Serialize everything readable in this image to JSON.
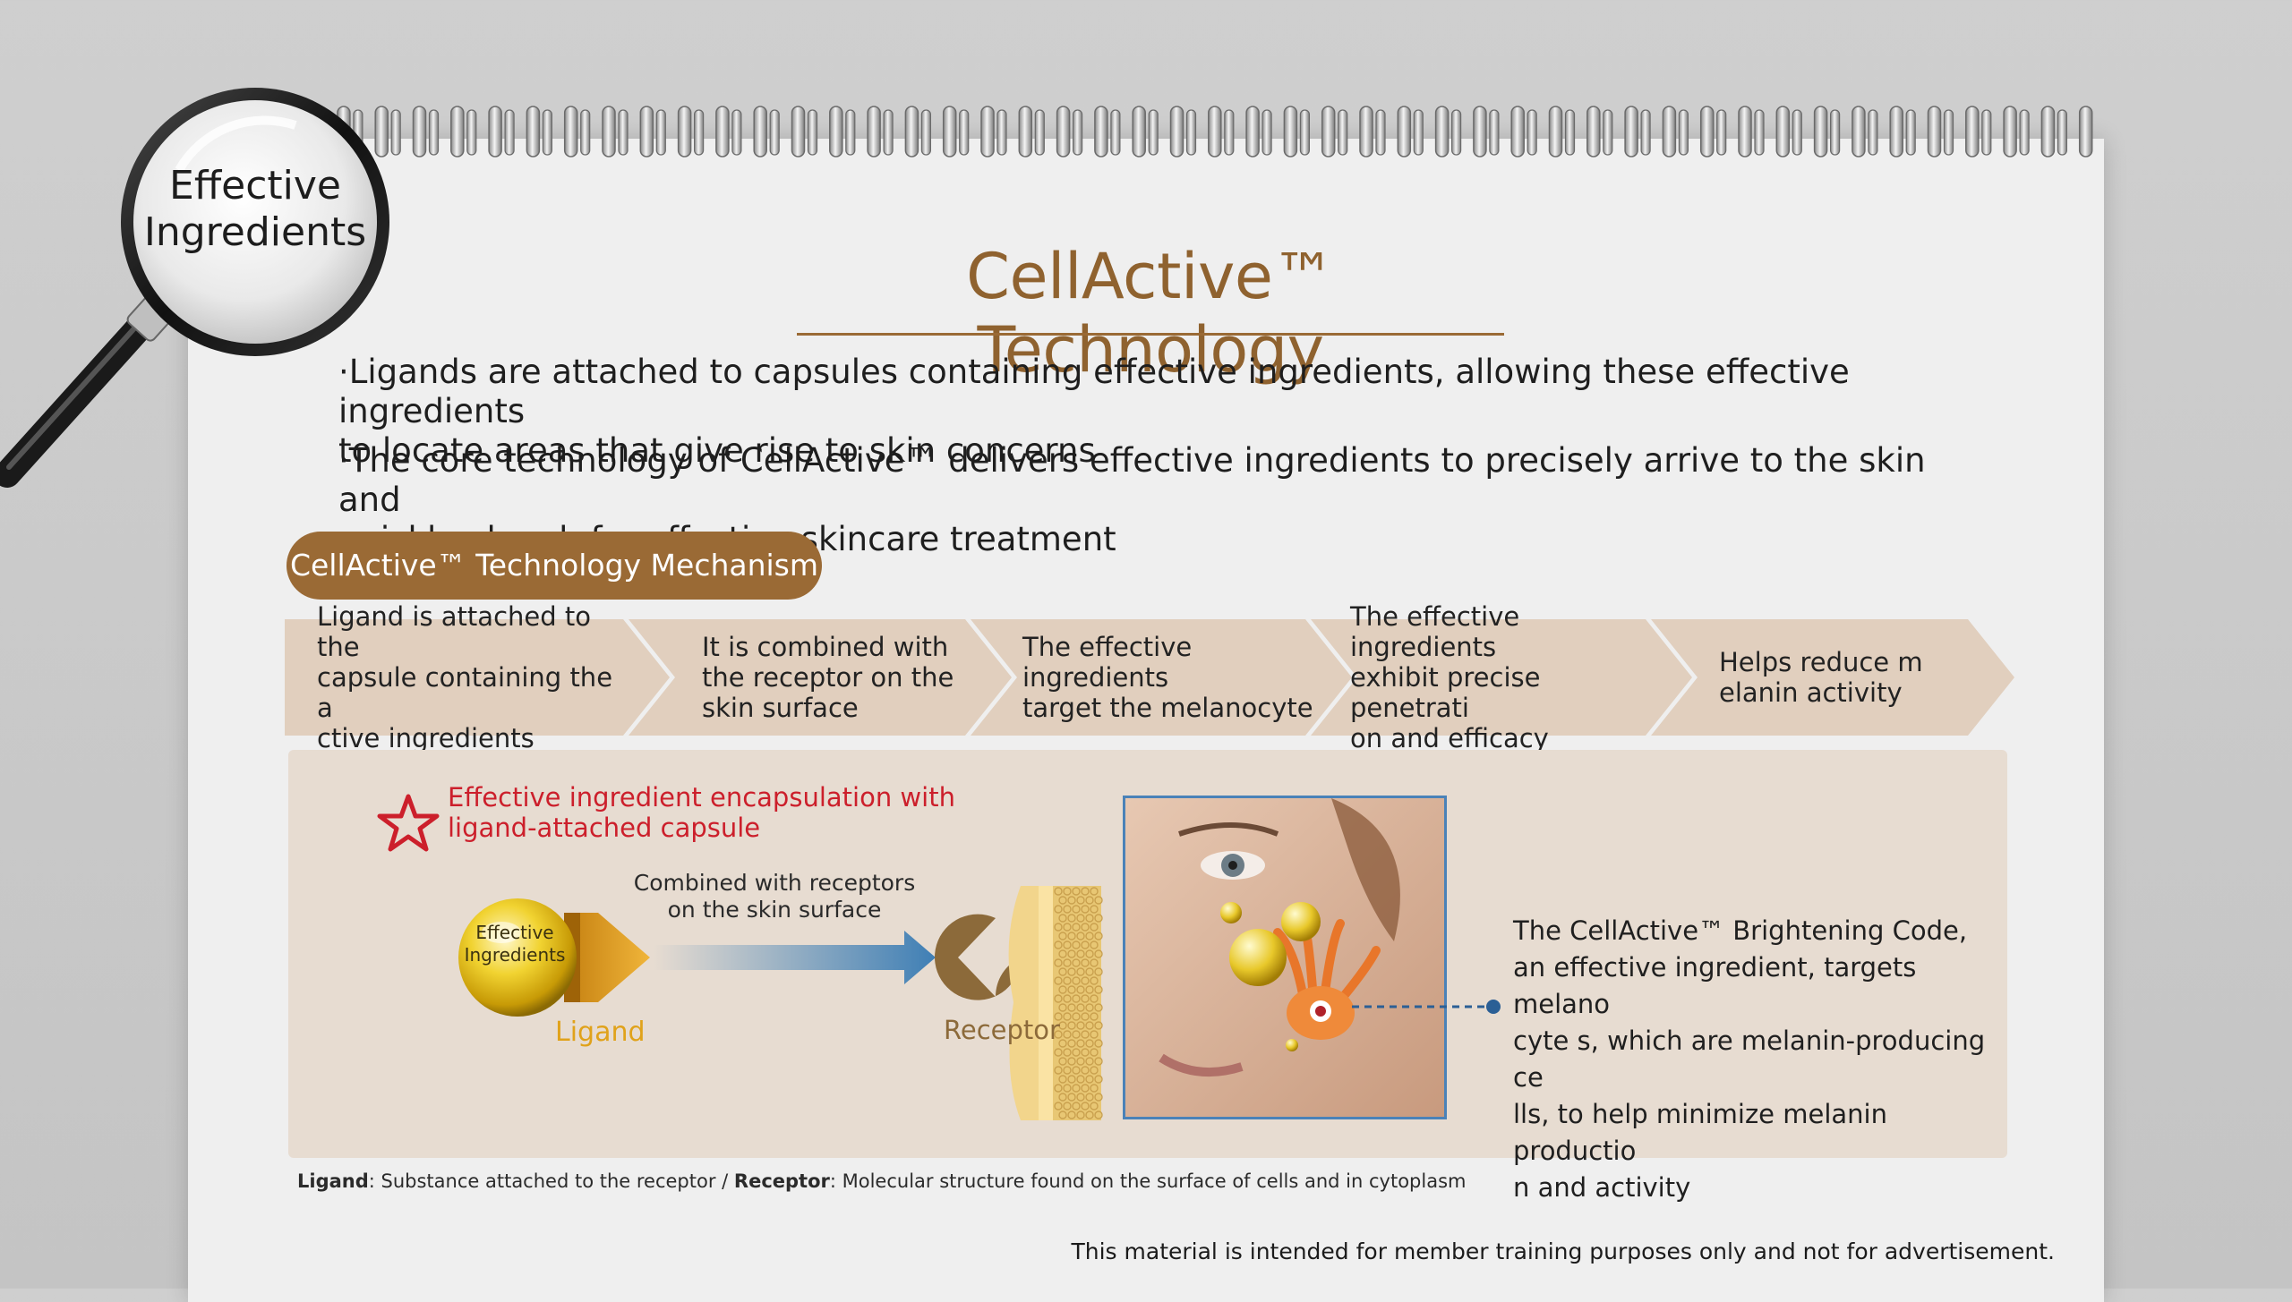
{
  "magnifier": {
    "line1": "Effective",
    "line2": "Ingredients"
  },
  "title": "CellActive™ Technology",
  "bullets": [
    {
      "marker": "·",
      "text": "Ligands are attached to capsules containing effective ingredients, allowing these effective ingredients",
      "cont": "to locate areas that give rise to skin concerns"
    },
    {
      "marker": "·",
      "text": "The core technology of CellActive™ delivers effective ingredients to precisely arrive to the skin and",
      "cont": "quickly absorb for effective skincare treatment"
    }
  ],
  "mechanism_pill": "CellActive™ Technology Mechanism",
  "steps": [
    {
      "line1": "Ligand is attached to the",
      "line2": "capsule containing the  a",
      "line3": "ctive ingredients"
    },
    {
      "line1": "It is combined with",
      "line2": "the receptor on the",
      "line3": "skin surface"
    },
    {
      "line1": "The effective ingredients",
      "line2": "target the melanocyte",
      "line3": ""
    },
    {
      "line1": "The effective ingredients",
      "line2": "exhibit precise  penetrati",
      "line3": "on and efficacy"
    },
    {
      "line1": "Helps reduce  m",
      "line2": "elanin activity",
      "line3": ""
    }
  ],
  "diagram": {
    "red_caption_line1": "Effective ingredient encapsulation with",
    "red_caption_line2": "ligand-attached capsule",
    "arrow_caption_line1": "Combined with receptors",
    "arrow_caption_line2": "on the skin surface",
    "capsule_label_line1": "Effective",
    "capsule_label_line2": "Ingredients",
    "ligand_label": "Ligand",
    "receptor_label": "Receptor",
    "right_text": [
      "The CellActive™ Brightening Code,",
      "an effective ingredient, targets melano",
      "cyte s, which are melanin-producing ce",
      "lls, to help minimize melanin productio",
      "n and activity"
    ]
  },
  "footnote": {
    "term1": "Ligand",
    "def1": ": Substance attached to the receptor / ",
    "term2": "Receptor",
    "def2": ": Molecular structure found on the surface of cells and in cytoplasm"
  },
  "disclaimer": "This material is intended for member training purposes only and not for advertisement.",
  "colors": {
    "brand_brown": "#9a6a35",
    "title_brown": "#8f622f",
    "step_beige": "#e1cfbe",
    "panel_beige": "#e7dcd1",
    "red": "#cc1f2b",
    "ligand_gold": "#e0a21a",
    "arrow_blue": "#3f7fb5"
  }
}
